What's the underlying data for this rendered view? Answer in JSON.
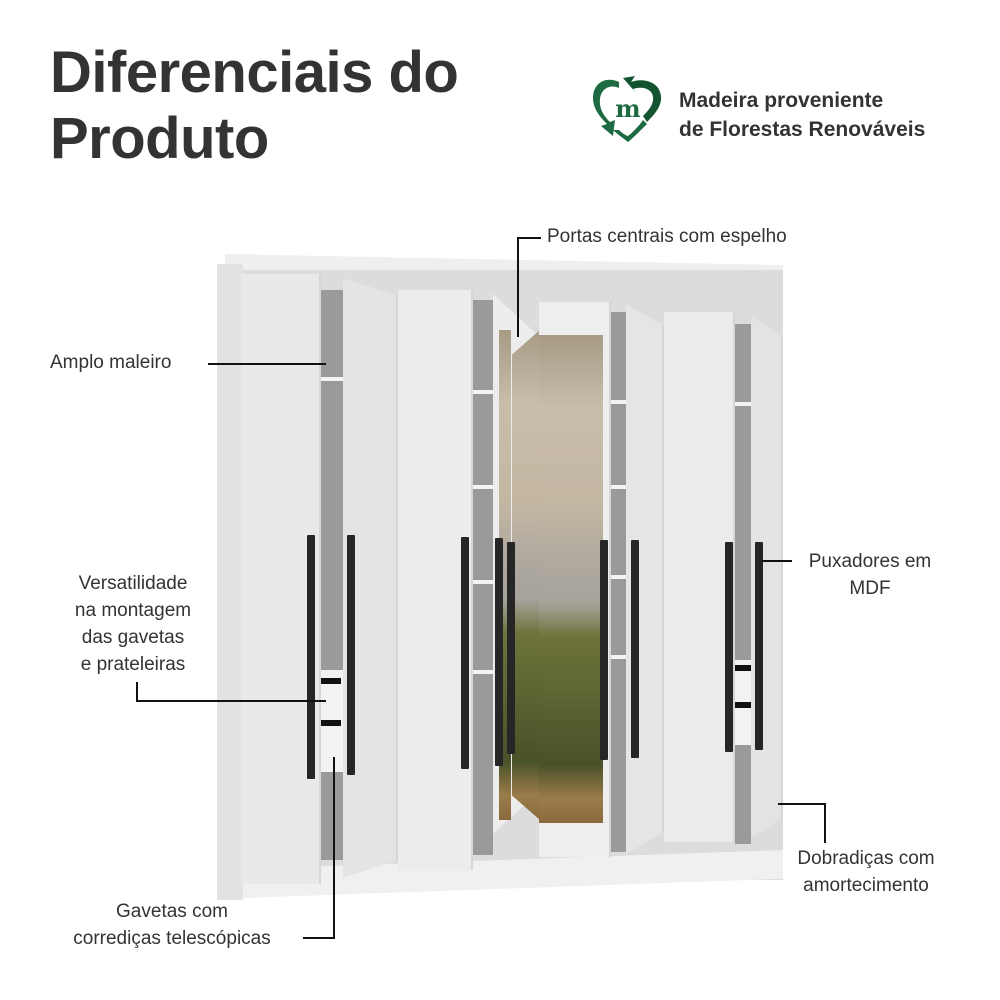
{
  "header": {
    "title_line1": "Diferenciais do",
    "title_line2": "Produto"
  },
  "eco_badge": {
    "icon": "recycle-heart-m-icon",
    "line1": "Madeira proveniente",
    "line2": "de Florestas Renováveis",
    "color_primary": "#1e6b43",
    "color_dark": "#14532f"
  },
  "product": {
    "image": "white-wardrobe-with-mirror-doors",
    "handle_color": "#262626",
    "body_color": "#ebebeb"
  },
  "callouts": [
    {
      "id": "mirror",
      "line1": "Portas centrais com espelho"
    },
    {
      "id": "maleiro",
      "line1": "Amplo maleiro"
    },
    {
      "id": "versatility",
      "line1": "Versatilidade",
      "line2": "na montagem",
      "line3": "das gavetas",
      "line4": "e prateleiras"
    },
    {
      "id": "handles",
      "line1": "Puxadores em",
      "line2": "MDF"
    },
    {
      "id": "hinges",
      "line1": "Dobradiças com",
      "line2": "amortecimento"
    },
    {
      "id": "drawers",
      "line1": "Gavetas com",
      "line2": "corrediças telescópicas"
    }
  ]
}
